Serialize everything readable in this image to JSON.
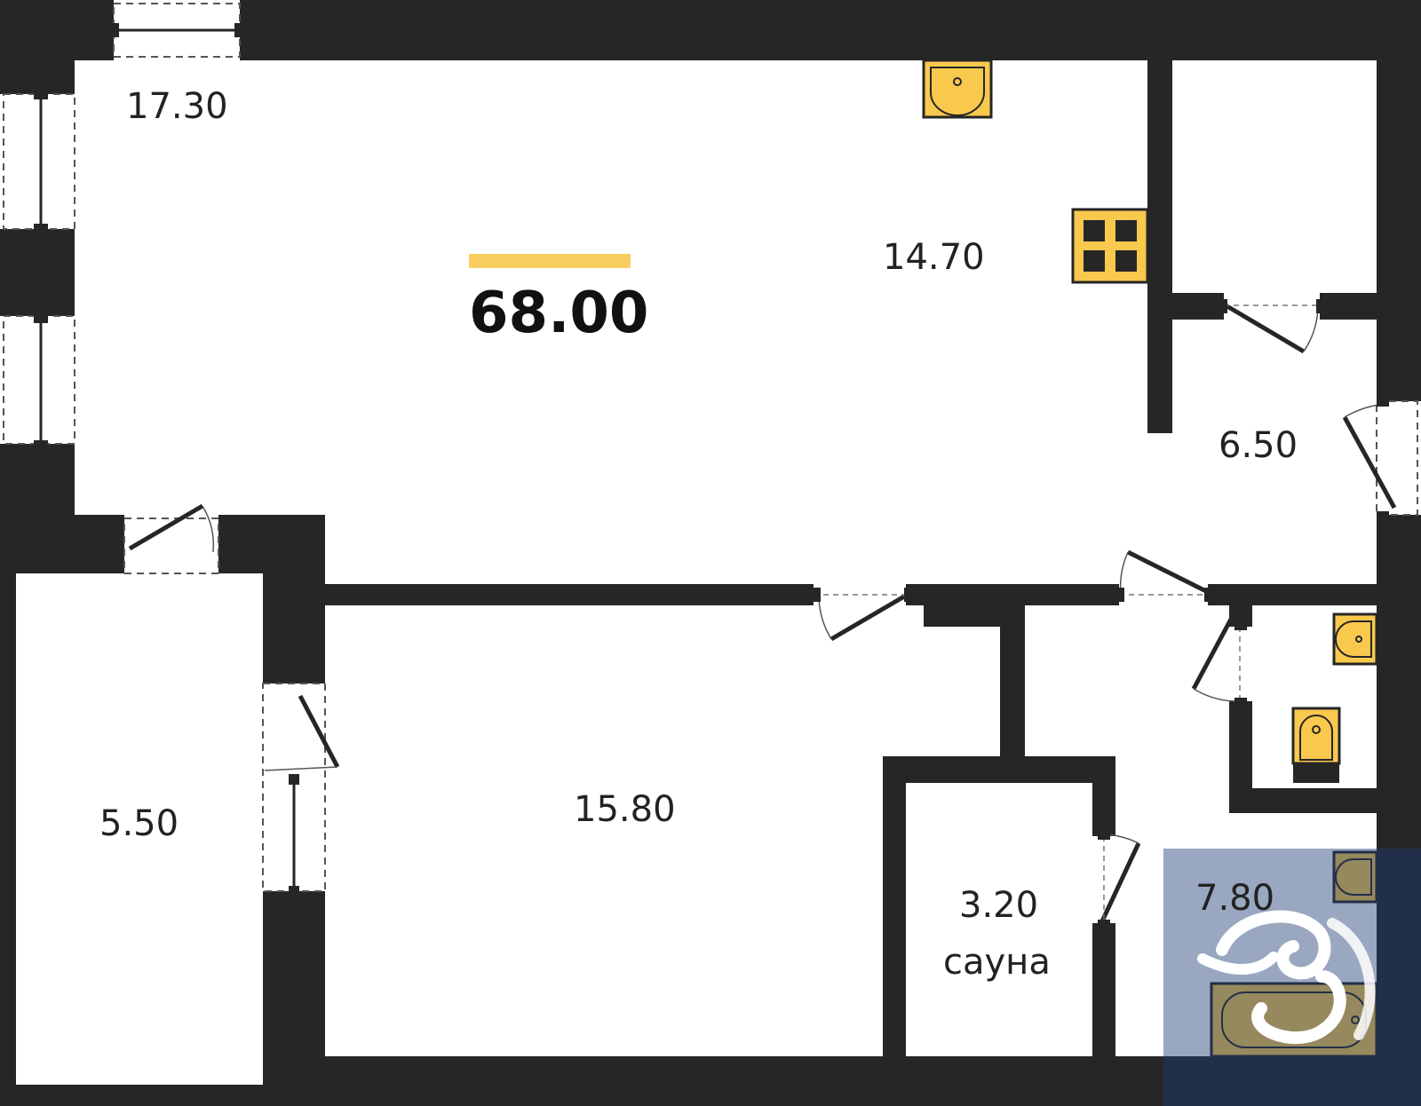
{
  "plan": {
    "total_area": "68.00",
    "rooms": [
      {
        "id": "balcony",
        "area": "17.30"
      },
      {
        "id": "kitchen",
        "area": "14.70"
      },
      {
        "id": "hall",
        "area": "6.50"
      },
      {
        "id": "storage",
        "area": "5.50"
      },
      {
        "id": "bedroom",
        "area": "15.80"
      },
      {
        "id": "sauna",
        "area": "3.20",
        "name": "сауна"
      },
      {
        "id": "bathroom",
        "area": "7.80"
      }
    ]
  },
  "colors": {
    "wall": "#262626",
    "accent": "#F9CD60",
    "fixture_fill": "#F9C94E",
    "watermark": "#1F3C73"
  },
  "icons": [
    "sink-icon",
    "stove-icon",
    "toilet-icon",
    "bathtub-icon",
    "watermark-logo-icon"
  ]
}
